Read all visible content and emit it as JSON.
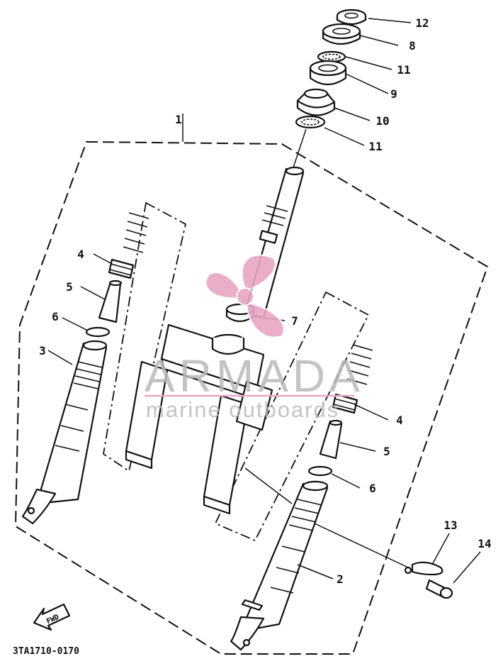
{
  "diagram": {
    "drawing_code": "3TA1710-0170",
    "direction_marker": "FWD",
    "parts": [
      {
        "label": "1"
      },
      {
        "label": "2"
      },
      {
        "label": "3"
      },
      {
        "label": "4"
      },
      {
        "label": "4"
      },
      {
        "label": "5"
      },
      {
        "label": "5"
      },
      {
        "label": "6"
      },
      {
        "label": "6"
      },
      {
        "label": "7"
      },
      {
        "label": "8"
      },
      {
        "label": "9"
      },
      {
        "label": "10"
      },
      {
        "label": "11"
      },
      {
        "label": "11"
      },
      {
        "label": "12"
      },
      {
        "label": "13"
      },
      {
        "label": "14"
      }
    ]
  },
  "watermark": {
    "brand": "ARMADA",
    "tagline": "marine outboards",
    "colors": {
      "logo": "#e8a6c4",
      "text": "#b9b9b9",
      "line": "#e8a6c4"
    }
  }
}
